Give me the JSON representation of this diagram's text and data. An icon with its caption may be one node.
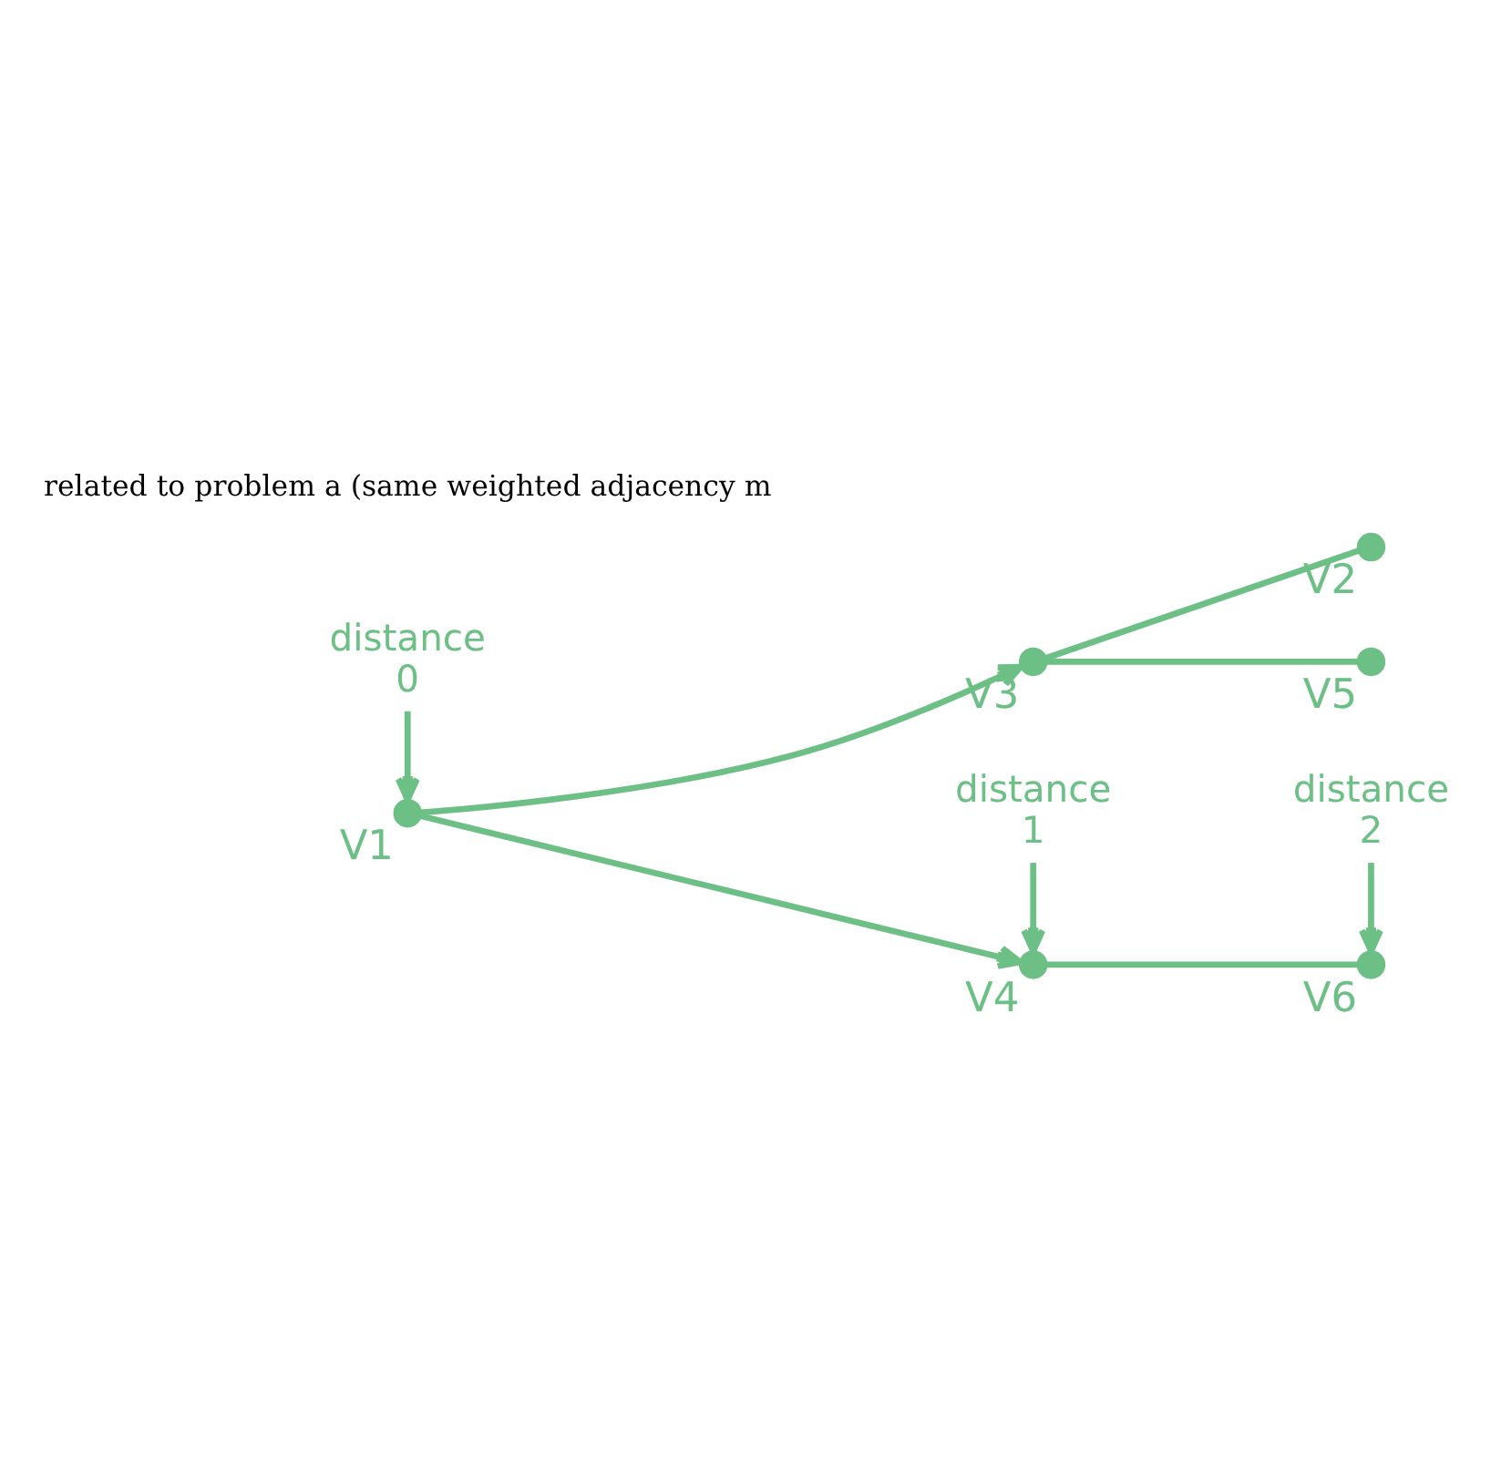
{
  "diagram": {
    "nodes": [
      {
        "text": [],
        "shape": "circle",
        "beside": [
          "V1"
        ]
      },
      {
        "text": [],
        "shape": "circle",
        "beside": [
          "V2"
        ]
      },
      {
        "text": [],
        "shape": "circle",
        "beside": [
          "V3"
        ]
      },
      {
        "text": [],
        "shape": "circle",
        "beside": [
          "V5"
        ]
      },
      {
        "text": [],
        "shape": "circle",
        "beside": [
          "V4"
        ]
      },
      {
        "text": [],
        "shape": "circle",
        "beside": [
          "V6"
        ]
      },
      {
        "text": [
          "distance",
          "0"
        ]
      },
      {
        "text": [
          "distance",
          "1"
        ]
      },
      {
        "text": [
          "distance",
          "2"
        ]
      }
    ],
    "edges": [
      {
        "from": 0,
        "to": 2,
        "arrow": "to"
      },
      {
        "from": 2,
        "to": 1,
        "arrow": "none"
      },
      {
        "from": 2,
        "to": 3,
        "arrow": "none"
      },
      {
        "from": 0,
        "to": 4,
        "arrow": "to"
      },
      {
        "from": 4,
        "to": 5,
        "arrow": "none"
      },
      {
        "from": 6,
        "to": 0,
        "arrow": "to"
      },
      {
        "from": 7,
        "to": 4,
        "arrow": "to"
      },
      {
        "from": 8,
        "to": 5,
        "arrow": "to"
      }
    ],
    "labels": [
      "related to problem a (same weighted adjacency m"
    ]
  }
}
